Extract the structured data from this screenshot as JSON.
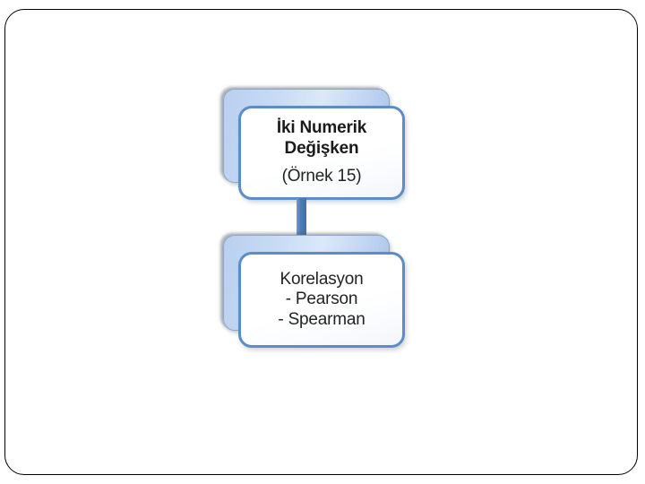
{
  "slide": {
    "background_color": "#ffffff",
    "frame_color": "#000000"
  },
  "diagram": {
    "type": "vertical-flow",
    "accent_color": "#5b8dc8",
    "back_card_color": "#b8d0ef",
    "connector_color": "#4e7cb6",
    "nodes": [
      {
        "id": "iki-numerik-degisken",
        "lines": [
          {
            "text": "İki Numerik",
            "style": "strong"
          },
          {
            "text": "Değişken",
            "style": "strong"
          },
          {
            "text": "(Örnek 15)",
            "style": "normal"
          }
        ]
      },
      {
        "id": "korelasyon",
        "lines": [
          {
            "text": "Korelasyon",
            "style": "normal"
          },
          {
            "text": "- Pearson",
            "style": "normal"
          },
          {
            "text": "- Spearman",
            "style": "normal"
          }
        ]
      }
    ],
    "connector": {
      "from": "iki-numerik-degisken",
      "to": "korelasyon"
    }
  }
}
